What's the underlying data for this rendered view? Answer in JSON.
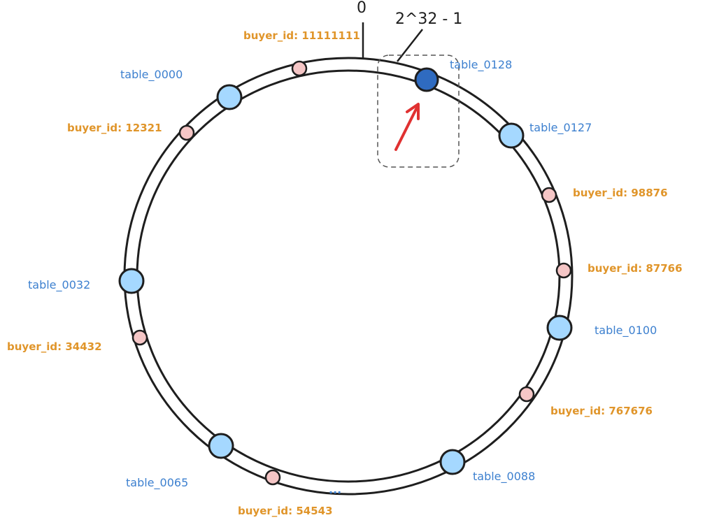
{
  "ring": {
    "zero_label": "0",
    "max_label": "2^32 - 1",
    "ellipsis": "..."
  },
  "tables": [
    {
      "label": "table_0000",
      "highlighted": false
    },
    {
      "label": "table_0128",
      "highlighted": true
    },
    {
      "label": "table_0127",
      "highlighted": false
    },
    {
      "label": "table_0100",
      "highlighted": false
    },
    {
      "label": "table_0088",
      "highlighted": false
    },
    {
      "label": "table_0065",
      "highlighted": false
    },
    {
      "label": "table_0032",
      "highlighted": false
    }
  ],
  "buyers": [
    {
      "label": "buyer_id: 11111111"
    },
    {
      "label": "buyer_id: 12321"
    },
    {
      "label": "buyer_id: 98876"
    },
    {
      "label": "buyer_id: 87766"
    },
    {
      "label": "buyer_id: 767676"
    },
    {
      "label": "buyer_id: 54543"
    },
    {
      "label": "buyer_id: 34432"
    }
  ],
  "colors": {
    "table_node": "#a5d8ff",
    "table_node_highlight": "#2f6bc0",
    "buyer_node": "#f5c6c6",
    "table_text": "#3d80cf",
    "buyer_text": "#e0952a",
    "arrow": "#e03131"
  }
}
